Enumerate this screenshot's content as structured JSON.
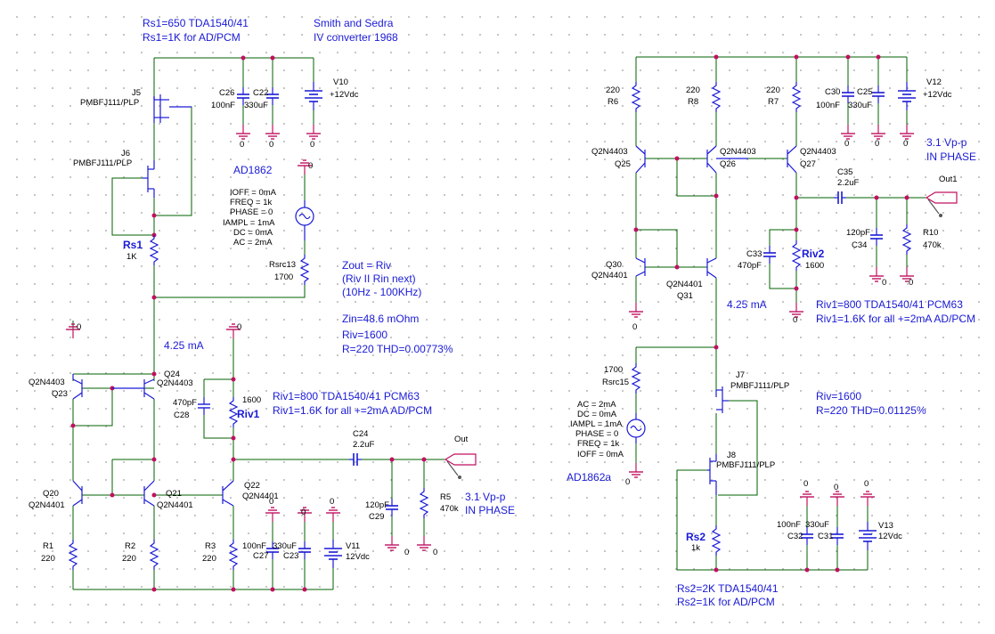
{
  "left": {
    "note_rs1a": "Rs1=650 TDA1540/41",
    "note_rs1b": "Rs1=1K for AD/PCM",
    "ref1": "Smith and Sedra",
    "ref2": "IV converter 1968",
    "j5_name": "J5",
    "j5_part": "PMBFJ111/PLP",
    "j6_name": "J6",
    "j6_part": "PMBFJ111/PLP",
    "c26_name": "C26",
    "c26_val": "100nF",
    "c22_name": "C22",
    "c22_val": "330uF",
    "v10_name": "V10",
    "v10_val": "+12Vdc",
    "gnd": "0",
    "ad": "AD1862",
    "src": [
      "IOFF = 0mA",
      "FREQ = 1k",
      "PHASE = 0",
      "IAMPL = 1mA",
      "DC = 0mA",
      "AC = 2mA"
    ],
    "rs1_name": "Rs1",
    "rs1_val": "1K",
    "rsrc13_name": "Rsrc13",
    "rsrc13_val": "1700",
    "zout1": "Zout = Riv",
    "zout2": "(Riv II Rin next)",
    "zout3": "(10Hz - 100KHz)",
    "zin": "Zin=48.6 mOhm",
    "riv": "Riv=1600",
    "thd": "R=220 THD=0.00773%",
    "current": "4.25 mA",
    "q23_part": "Q2N4403",
    "q23_name": "Q23",
    "q24_name": "Q24",
    "q24_part": "Q2N4403",
    "c28_val": "470pF",
    "c28_name": "C28",
    "riv1_val": "1600",
    "riv1_name": "Riv1",
    "riv1_note1": "Riv1=800 TDA1540/41 PCM63",
    "riv1_note2": "Riv1=1.6K for all +=2mA AD/PCM",
    "c24_name": "C24",
    "c24_val": "2.2uF",
    "out": "Out",
    "q20_name": "Q20",
    "q20_part": "Q2N4401",
    "q21_name": "Q21",
    "q21_part": "Q2N4401",
    "q22_name": "Q22",
    "q22_part": "Q2N4401",
    "c29_val": "120pF",
    "c29_name": "C29",
    "r5_name": "R5",
    "r5_val": "470k",
    "vpp1": "3.1 Vp-p",
    "vpp2": "IN PHASE",
    "r1_name": "R1",
    "r1_val": "220",
    "r2_name": "R2",
    "r2_val": "220",
    "r3_name": "R3",
    "r3_val": "220",
    "c27_val": "100nF",
    "c27_name": "C27",
    "c23_val": "330uF",
    "c23_name": "C23",
    "v11_name": "V11",
    "v11_val": "12Vdc"
  },
  "right": {
    "r6_val": "220",
    "r6_name": "R6",
    "r8_val": "220",
    "r8_name": "R8",
    "r7_val": "220",
    "r7_name": "R7",
    "c30_name": "C30",
    "c30_val": "100nF",
    "c25_name": "C25",
    "c25_val": "330uF",
    "v12_name": "V12",
    "v12_val": "+12Vdc",
    "vpp1": "3.1 Vp-p",
    "vpp2": "IN PHASE",
    "q25_part": "Q2N4403",
    "q25_name": "Q25",
    "q26_part": "Q2N4403",
    "q26_name": "Q26",
    "q27_part": "Q2N4403",
    "q27_name": "Q27",
    "c35_name": "C35",
    "c35_val": "2.2uF",
    "out": "Out1",
    "c34_val": "120pF",
    "c34_name": "C34",
    "r10_name": "R10",
    "r10_val": "470k",
    "q30_name": "Q30",
    "q30_part": "Q2N4401",
    "q31_part": "Q2N4401",
    "q31_name": "Q31",
    "c33_name": "C33",
    "c33_val": "470pF",
    "riv2_name": "Riv2",
    "riv2_val": "1600",
    "current": "4.25 mA",
    "riv1_note1": "Riv1=800 TDA1540/41 PCM63",
    "riv1_note2": "Riv1=1.6K for all +=2mA AD/PCM",
    "rsrc15_val": "1700",
    "rsrc15_name": "Rsrc15",
    "j7_name": "J7",
    "j7_part": "PMBFJ111/PLP",
    "riv": "Riv=1600",
    "thd": "R=220 THD=0.01125%",
    "src": [
      "AC = 2mA",
      "DC = 0mA",
      "IAMPL = 1mA",
      "PHASE = 0",
      "FREQ = 1k",
      "IOFF = 0mA"
    ],
    "j8_name": "J8",
    "j8_part": "PMBFJ111/PLP",
    "ad": "AD1862a",
    "rs2_name": "Rs2",
    "rs2_val": "1k",
    "c32_val": "100nF",
    "c32_name": "C32",
    "c31_val": "330uF",
    "c31_name": "C31",
    "v13_name": "V13",
    "v13_val": "12Vdc",
    "rs2_note1": "Rs2=2K TDA1540/41",
    "rs2_note2": "Rs2=1K for AD/PCM"
  }
}
